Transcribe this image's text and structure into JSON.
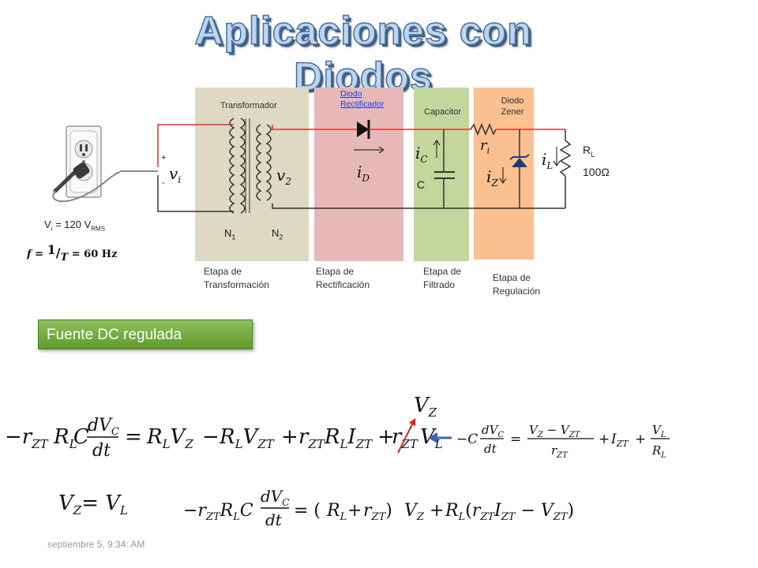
{
  "title": "Aplicaciones con Diodos",
  "stages": {
    "transformer": {
      "header": "Transformador",
      "caption": "Etapa de Transformación",
      "color": "#ddd9c3"
    },
    "rectifier": {
      "header_link": "Diodo Rectificador",
      "caption": "Etapa de Rectificación",
      "color": "#e6b9b8"
    },
    "filter": {
      "header": "Capacitor",
      "caption": "Etapa de Filtrado",
      "color": "#c3d69b"
    },
    "regulator": {
      "header": "Diodo Zener",
      "caption": "Etapa de Regulación",
      "color": "#fac08f"
    }
  },
  "labels": {
    "vi": "v",
    "vi_sub": "i",
    "plus": "+",
    "minus": "-",
    "v2": "v",
    "v2_sub": "2",
    "N1": "N",
    "N1_sub": "1",
    "N2": "N",
    "N2_sub": "2",
    "iD": "i",
    "iD_sub": "D",
    "iC": "i",
    "iC_sub": "C",
    "C": "C",
    "ri": "r",
    "ri_sub": "i",
    "iL": "i",
    "iL_sub": "L",
    "iZ": "i",
    "iZ_sub": "Z",
    "RL": "R",
    "RL_sub": "L",
    "RL_value": "100Ω"
  },
  "source": {
    "V": "V",
    "sub": "i",
    "value": "= 120 V",
    "unit_sub": "RMS"
  },
  "freq": {
    "f": "f",
    "eq": "=",
    "num": "1",
    "den": "T",
    "value": "= 60 Hz"
  },
  "banner": "Fuente DC regulada",
  "equations": {
    "eq1_lhs": "−r",
    "eq1_lhs_sub": "ZT",
    "vz_label": "V",
    "vz_sub": "Z",
    "eq3_lhs": "V",
    "eq3_sub": "Z",
    "eq3_rhs": "= V",
    "eq3_rhs_sub": "L"
  },
  "footer": "septiembre 5, 9:34: AM"
}
